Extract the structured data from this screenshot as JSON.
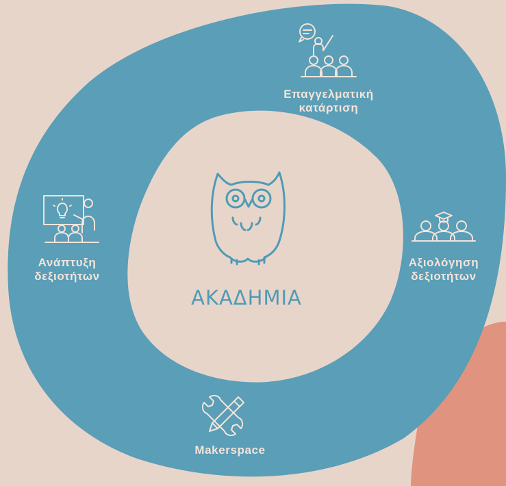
{
  "center": {
    "title": "ΑΚΑΔΗΜΙΑ",
    "icon": "owl-icon"
  },
  "items": [
    {
      "label": "Επαγγελματική\nκατάρτιση",
      "icon": "teacher-classroom-icon"
    },
    {
      "label": "Αξιολόγηση\nδεξιοτήτων",
      "icon": "graduates-group-icon"
    },
    {
      "label": "Makerspace",
      "icon": "pencil-wrench-tools-icon"
    },
    {
      "label": "Ανάπτυξη\nδεξιοτήτων",
      "icon": "idea-presentation-icon"
    }
  ],
  "colors": {
    "background": "#E8D5CA",
    "ring": "#5A9EB7",
    "inner": "#E8D5CA",
    "accent_blob": "#E0937E",
    "label_text": "#F3E4DA",
    "title_text": "#4E9BB6"
  }
}
